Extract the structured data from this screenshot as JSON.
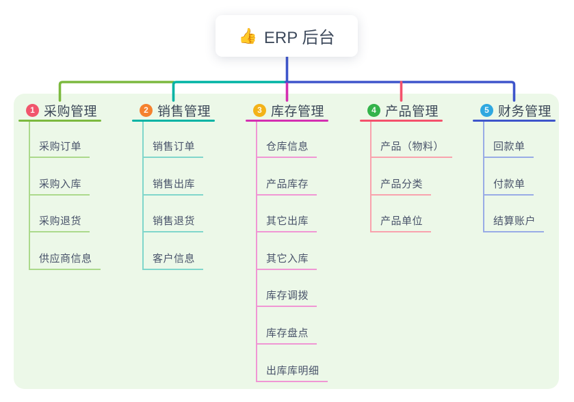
{
  "root": {
    "emoji": "👍",
    "label": "ERP 后台"
  },
  "canvas": {
    "panel_color": "#ecf8e8",
    "background": "#ffffff"
  },
  "branches": [
    {
      "index": "1",
      "label": "采购管理",
      "badge_color": "#f1556c",
      "line_color": "#7cb93f",
      "sub_line_color": "#abd98b",
      "items": [
        "采购订单",
        "采购入库",
        "采购退货",
        "供应商信息"
      ]
    },
    {
      "index": "2",
      "label": "销售管理",
      "badge_color": "#f5812e",
      "line_color": "#00b3a4",
      "sub_line_color": "#7fd6cb",
      "items": [
        "销售订单",
        "销售出库",
        "销售退货",
        "客户信息"
      ]
    },
    {
      "index": "3",
      "label": "库存管理",
      "badge_color": "#f3b218",
      "line_color": "#d42fb1",
      "sub_line_color": "#f096d4",
      "items": [
        "仓库信息",
        "产品库存",
        "其它出库",
        "其它入库",
        "库存调拨",
        "库存盘点",
        "出库库明细"
      ]
    },
    {
      "index": "4",
      "label": "产品管理",
      "badge_color": "#33b34a",
      "line_color": "#f4516c",
      "sub_line_color": "#f9a2ad",
      "items": [
        "产品（物料）",
        "产品分类",
        "产品单位"
      ]
    },
    {
      "index": "5",
      "label": "财务管理",
      "badge_color": "#2fa8e0",
      "line_color": "#3e55cb",
      "sub_line_color": "#98abe6",
      "items": [
        "回款单",
        "付款单",
        "结算账户"
      ]
    }
  ]
}
